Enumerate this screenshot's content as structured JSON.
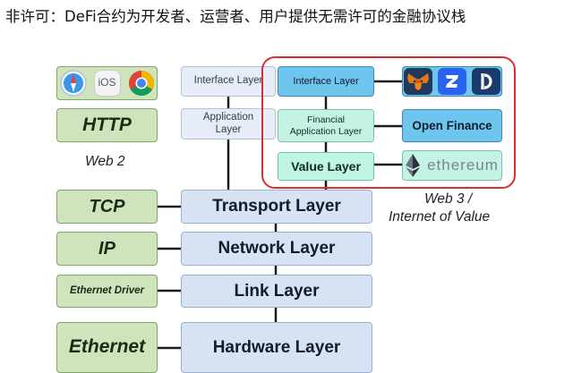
{
  "title": "非许可：DeFi合约为开发者、运营者、用户提供无需许可的金融协议栈",
  "web2_stack": {
    "browsers_icons": [
      "safari-icon",
      "ios-icon",
      "chrome-icon"
    ],
    "ios_label": "iOS",
    "http": "HTTP",
    "caption": "Web 2",
    "tcp": "TCP",
    "ip": "IP",
    "ethernet_driver": "Ethernet Driver",
    "ethernet": "Ethernet"
  },
  "middle_stack": {
    "interface_layer": "Interface Layer",
    "application_layer": "Application Layer",
    "transport_layer": "Transport Layer",
    "network_layer": "Network Layer",
    "link_layer": "Link Layer",
    "hardware_layer": "Hardware Layer"
  },
  "web3_stack": {
    "interface_layer": "Interface Layer",
    "financial_application_layer": "Financial Application Layer",
    "value_layer": "Value Layer",
    "wallet_icons": [
      "metamask-icon",
      "zerion-icon",
      "argent-icon"
    ],
    "open_finance": "Open Finance",
    "ethereum_icon": "ethereum-icon",
    "ethereum_label": "ethereum",
    "caption_line1": "Web 3 /",
    "caption_line2": "Internet of Value"
  },
  "colors": {
    "frame_red": "#d62f35",
    "web2_green": "#cfe3bd",
    "layer_blue": "#d7e3f3",
    "interface_cyan": "#6ec6ef",
    "value_teal": "#bff5e2"
  }
}
